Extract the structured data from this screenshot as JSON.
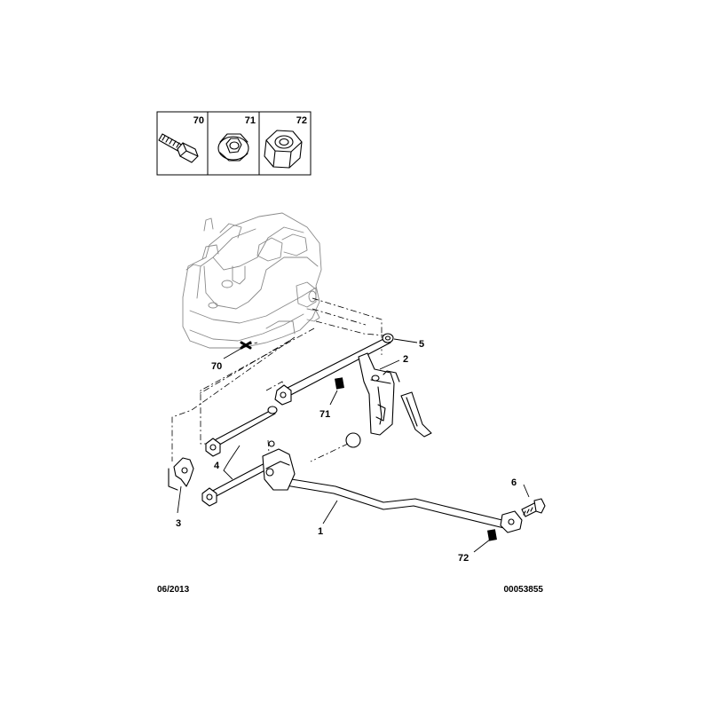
{
  "legend": [
    {
      "ref": "70",
      "icon": "bolt-icon"
    },
    {
      "ref": "71",
      "icon": "cage-nut-icon"
    },
    {
      "ref": "72",
      "icon": "lock-nut-icon"
    }
  ],
  "callouts": {
    "c1": "1",
    "c2": "2",
    "c3": "3",
    "c4": "4",
    "c5": "5",
    "c6": "6",
    "c70": "70",
    "c71": "71",
    "c72": "72"
  },
  "footer": {
    "date": "06/2013",
    "code": "00053855"
  }
}
